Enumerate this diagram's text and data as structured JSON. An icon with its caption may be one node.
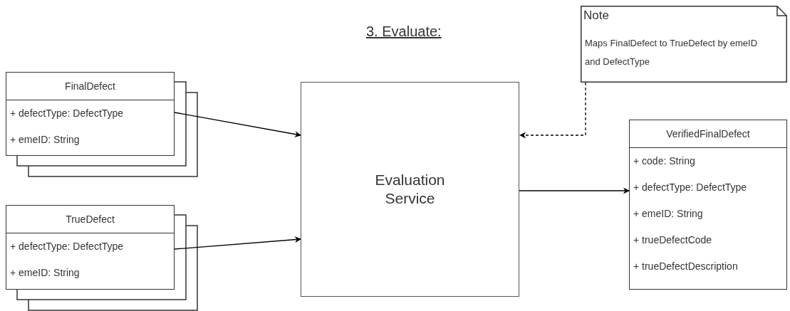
{
  "diagram": {
    "title": "3. Evaluate:",
    "nodes": [
      {
        "text": [
          "FinalDefect",
          "+ defectType: DefectType",
          "+ emeID: String"
        ]
      },
      {
        "text": [
          "TrueDefect",
          "+ defectType: DefectType",
          "+ emeID: String"
        ]
      },
      {
        "text": [
          "Evaluation Service"
        ]
      },
      {
        "text": [
          "Note",
          "Maps FinalDefect to TrueDefect by emeID and DefectType"
        ]
      },
      {
        "text": [
          "VerifiedFinalDefect",
          "+ code: String",
          "+ defectType: DefectType",
          "+ emeID: String",
          "+ trueDefectCode",
          "+ trueDefectDescription"
        ]
      }
    ],
    "edges": [
      {
        "from": 0,
        "to": 2,
        "arrow": "to"
      },
      {
        "from": 1,
        "to": 2,
        "arrow": "to"
      },
      {
        "from": 3,
        "to": 2,
        "arrow": "to",
        "style": "dashed"
      },
      {
        "from": 2,
        "to": 4,
        "arrow": "to"
      }
    ]
  }
}
